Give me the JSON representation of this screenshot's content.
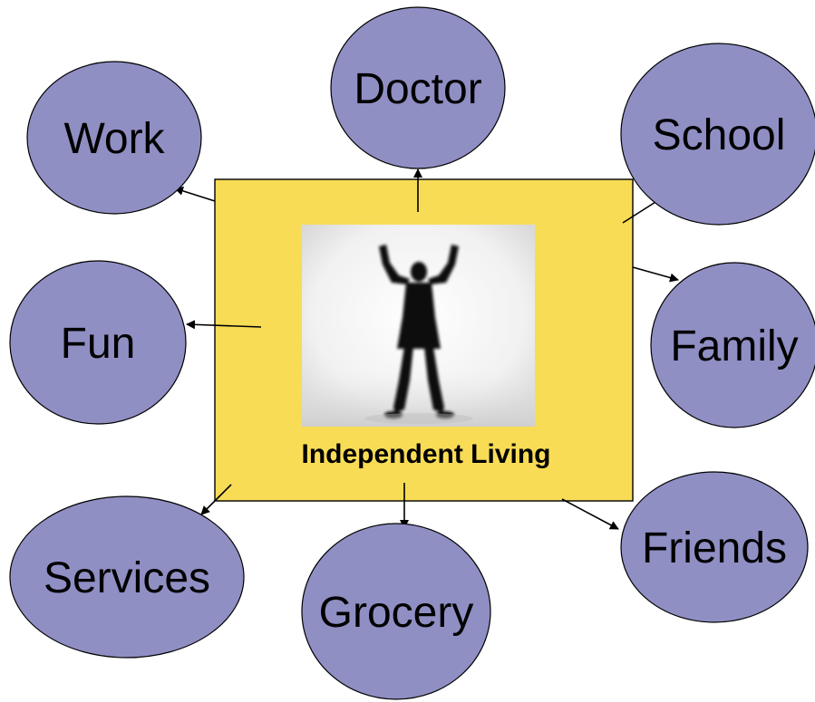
{
  "colors": {
    "node_fill": "#8f8fc4",
    "center_fill": "#f8dc55",
    "line": "#000000"
  },
  "center": {
    "label": "Independent Living",
    "image": "person-silhouette-arms-raised"
  },
  "nodes": [
    {
      "id": "work",
      "label": "Work"
    },
    {
      "id": "doctor",
      "label": "Doctor"
    },
    {
      "id": "school",
      "label": "School"
    },
    {
      "id": "fun",
      "label": "Fun"
    },
    {
      "id": "family",
      "label": "Family"
    },
    {
      "id": "services",
      "label": "Services"
    },
    {
      "id": "grocery",
      "label": "Grocery"
    },
    {
      "id": "friends",
      "label": "Friends"
    }
  ]
}
